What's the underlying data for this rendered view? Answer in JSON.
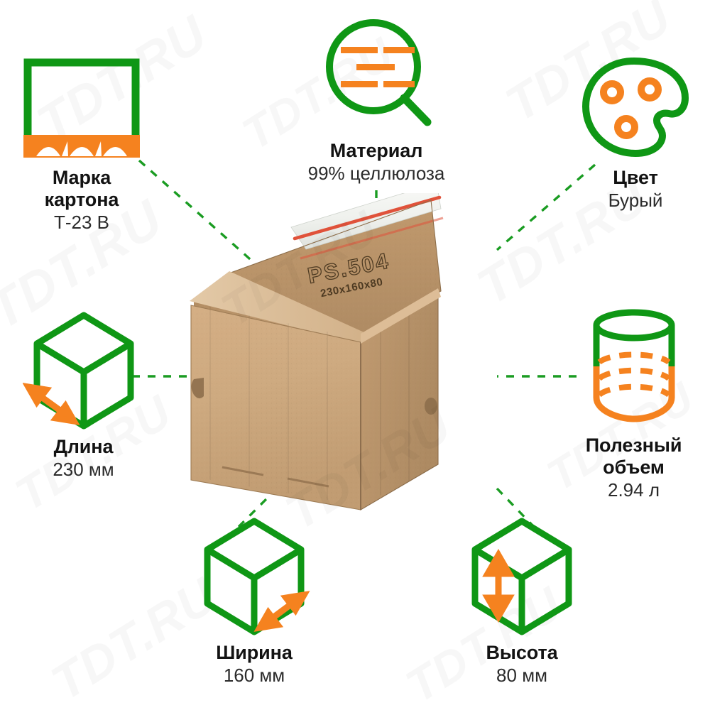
{
  "meta": {
    "watermark_text": "TDT.RU",
    "accent_green": "#0f9715",
    "accent_orange": "#F5821F",
    "text_color": "#131313",
    "background": "#ffffff"
  },
  "product": {
    "code": "PS.504",
    "dimensions_print": "230x160x80"
  },
  "nodes": [
    {
      "id": "grade",
      "icon": "corrugated-board-icon",
      "title": "Марка\nкартона",
      "title_line1": "Марка",
      "title_line2": "картона",
      "value": "Т-23 В"
    },
    {
      "id": "material",
      "icon": "magnifier-icon",
      "title": "Материал",
      "value": "99% целлюлоза"
    },
    {
      "id": "color",
      "icon": "palette-icon",
      "title": "Цвет",
      "value": "Бурый"
    },
    {
      "id": "length",
      "icon": "cube-length-icon",
      "title": "Длина",
      "value": "230 мм"
    },
    {
      "id": "volume",
      "icon": "cylinder-volume-icon",
      "title": "Полезный\nобъем",
      "title_line1": "Полезный",
      "title_line2": "объем",
      "value": "2.94 л"
    },
    {
      "id": "width",
      "icon": "cube-width-icon",
      "title": "Ширина",
      "value": "160 мм"
    },
    {
      "id": "height",
      "icon": "cube-height-icon",
      "title": "Высота",
      "value": "80 мм"
    }
  ]
}
